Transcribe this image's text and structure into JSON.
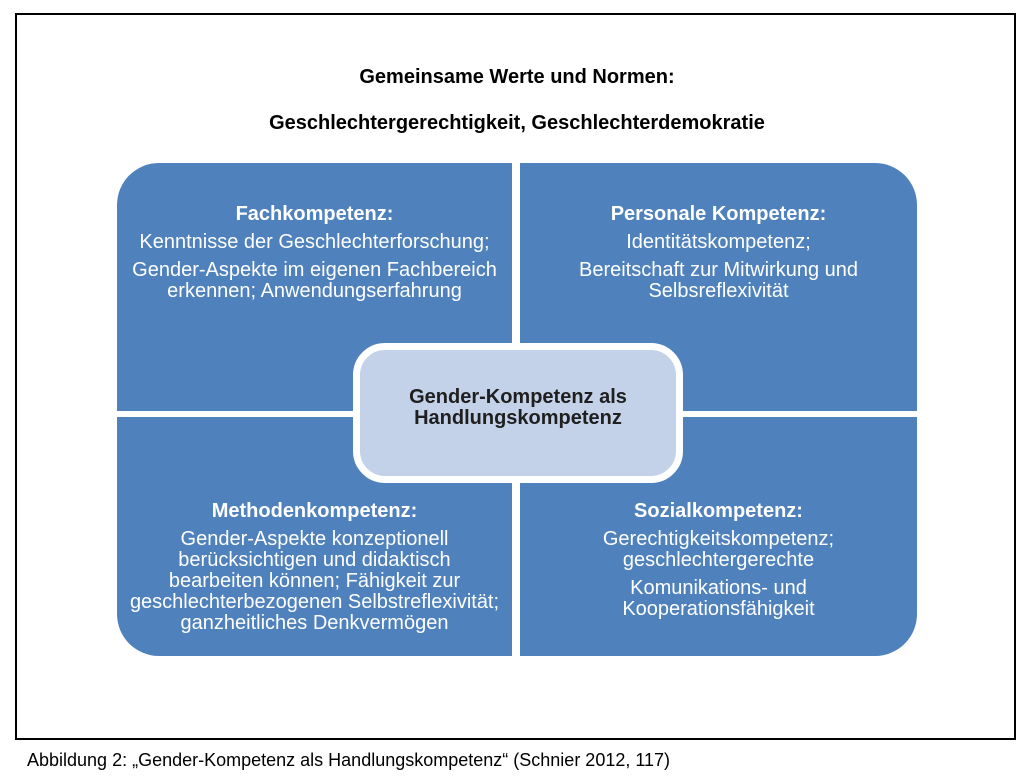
{
  "title": {
    "line1": "Gemeinsame Werte und Normen:",
    "line2": "Geschlechtergerechtigkeit, Geschlechterdemokratie"
  },
  "quadrants": [
    {
      "heading": "Fachkompetenz:",
      "paragraphs": [
        "Kenntnisse der Geschlechterforschung;",
        "Gender-Aspekte im eigenen Fachbereich erkennen; Anwendungserfahrung"
      ]
    },
    {
      "heading": "Personale Kompetenz:",
      "paragraphs": [
        "Identitätskompetenz;",
        "Bereitschaft zur Mitwirkung und Selbsreflexivität"
      ]
    },
    {
      "heading": "Methodenkompetenz:",
      "paragraphs": [
        "Gender-Aspekte konzeptionell berücksichtigen und didaktisch bearbeiten können; Fähigkeit zur geschlechterbezogenen Selbstreflexivität; ganzheitliches Denkvermögen"
      ]
    },
    {
      "heading": "Sozialkompetenz:",
      "paragraphs": [
        "Gerechtigkeitskompetenz; geschlechtergerechte",
        "Komunikations- und Kooperationsfähigkeit"
      ]
    }
  ],
  "center_box": {
    "text": "Gender-Kompetenz als Handlungskompetenz"
  },
  "caption": "Abbildung 2: „Gender-Kompetenz als Handlungskompetenz“ (Schnier 2012, 117)",
  "colors": {
    "quadrant_fill": "#4F81BD",
    "quadrant_text": "#FFFFFF",
    "heading_text": "#FFFFFF",
    "center_fill": "#C3D2E8",
    "center_border": "#FFFFFF",
    "center_text": "#1F1F1F",
    "title_text": "#000000",
    "frame_border": "#000000"
  }
}
